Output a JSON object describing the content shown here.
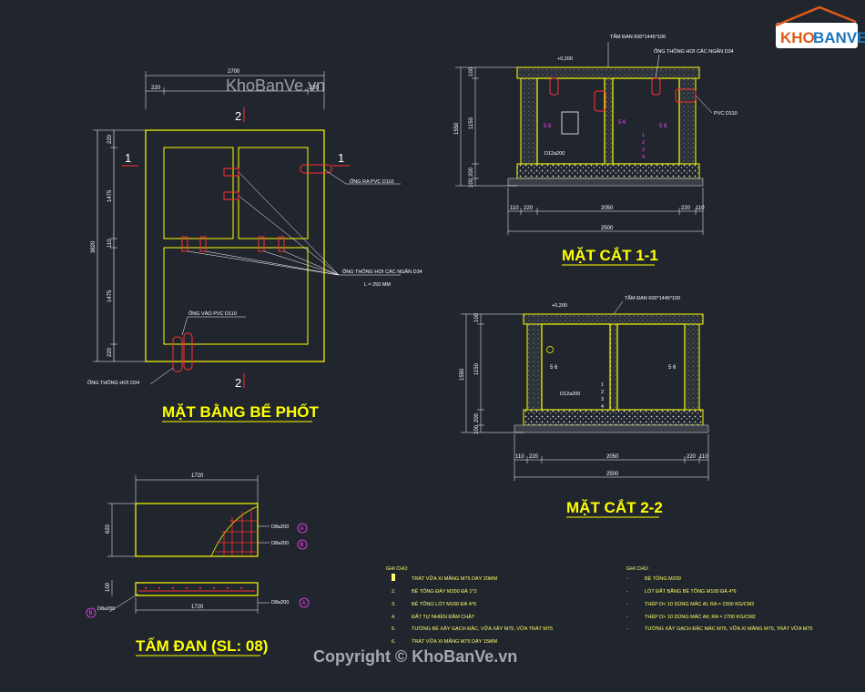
{
  "watermark": {
    "top": "KhoBanVe.vn",
    "bottom": "Copyright © KhoBanVe.vn",
    "logo_kho": "KHO",
    "logo_banve": "BANVE"
  },
  "plan": {
    "title": "MẶT BẰNG BỂ PHỐT",
    "dim_total_width": "2700",
    "dim_left": "220",
    "dim_right": "220",
    "dim_total_height": "3820",
    "dim_v_top": "220",
    "dim_v_mid1": "1475",
    "dim_v_mid2": "110",
    "dim_v_mid3": "1475",
    "dim_v_bot": "220",
    "section_mark_2": "2",
    "section_mark_1": "1",
    "label_pipe_out": "ỐNG RA PVC D110",
    "label_vent": "ỐNG THÔNG HƠI CÁC NGĂN D34",
    "label_length": "L = 250 MM",
    "label_pipe_in": "ỐNG VÀO PVC D110",
    "label_vent_d34": "ỐNG THÔNG HƠI D34"
  },
  "section1": {
    "title": "MẶT CẮT 1-1",
    "label_slab": "TẤM ĐAN 600*1445*100",
    "label_vent": "ỐNG THÔNG HƠI CÁC NGĂN D34",
    "label_elev": "+0,200",
    "label_pvc": "PVC D110",
    "label_d12": "D12a200",
    "dim_top": "100",
    "dim_mid": "1150",
    "dim_bot1": "200",
    "dim_bot2": "100",
    "dim_total_h": "1550",
    "dim_b_left": "110",
    "dim_b_l2": "220",
    "dim_b_mid": "2050",
    "dim_b_r2": "220",
    "dim_b_right": "110",
    "dim_b_total": "2500",
    "mark_56a": "5 6",
    "mark_56b": "5 6",
    "mark_56c": "5 6",
    "layers": [
      "1",
      "2",
      "3",
      "4"
    ]
  },
  "section2": {
    "title": "MẶT CẮT 2-2",
    "label_slab": "TẤM ĐAN 600*1445*100",
    "label_elev": "+0,200",
    "label_d12": "D12a200",
    "dim_top": "100",
    "dim_mid": "1150",
    "dim_bot1": "200",
    "dim_bot2": "100",
    "dim_total_h": "1550",
    "dim_b_left": "110",
    "dim_b_l2": "220",
    "dim_b_mid": "2050",
    "dim_b_r2": "220",
    "dim_b_right": "110",
    "dim_b_total": "2500",
    "mark_56a": "5 6",
    "mark_56b": "5 6",
    "layers": [
      "1",
      "2",
      "3",
      "4"
    ]
  },
  "slab": {
    "title": "TẤM ĐAN (SL: 08)",
    "dim_w_top": "1720",
    "dim_w_bot": "1720",
    "dim_h": "620",
    "dim_thk": "100",
    "rebar_a": "D8a200",
    "rebar_b": "D8a200",
    "rebar_c": "D8a200",
    "rebar_d": "D8a200",
    "callout_a": "A",
    "callout_b": "B",
    "callout_c": "A",
    "callout_d": "B"
  },
  "notes_left": {
    "header": "GHI CHÚ:",
    "items": [
      {
        "n": "1.",
        "t": "TRÁT VỮA XI MĂNG M75 DÀY 20MM"
      },
      {
        "n": "2.",
        "t": "BÊ TÔNG ĐÁY M200 ĐÁ 1*2"
      },
      {
        "n": "3.",
        "t": "BÊ TÔNG LÓT M100 ĐÁ 4*6"
      },
      {
        "n": "4.",
        "t": "ĐẤT TỰ NHIÊN ĐẦM CHẶT"
      },
      {
        "n": "5.",
        "t": "TƯỜNG BỂ XÂY GẠCH ĐẶC, VỮA XÂY M75, VỮA TRÁT M75"
      },
      {
        "n": "6.",
        "t": "TRÁT VỮA XI MĂNG M75 DÀY 15MM"
      }
    ]
  },
  "notes_right": {
    "header": "GHI CHÚ:",
    "items": [
      {
        "n": "-",
        "t": "BÊ TÔNG M200"
      },
      {
        "n": "-",
        "t": "LÓT ĐẤT BẰNG BÊ TÔNG M100 ĐÁ 4*6"
      },
      {
        "n": "-",
        "t": "THÉP D< 10 DÙNG MÁC AI; RA = 2300 KG/CM2"
      },
      {
        "n": "-",
        "t": "THÉP D> 10 DÙNG MÁC AII; RA = 2700 KG/CM2"
      },
      {
        "n": "-",
        "t": "TƯỜNG XÂY GẠCH ĐẶC MÁC M75, VỮA XI MĂNG M75, TRÁT VỮA M75"
      }
    ]
  }
}
